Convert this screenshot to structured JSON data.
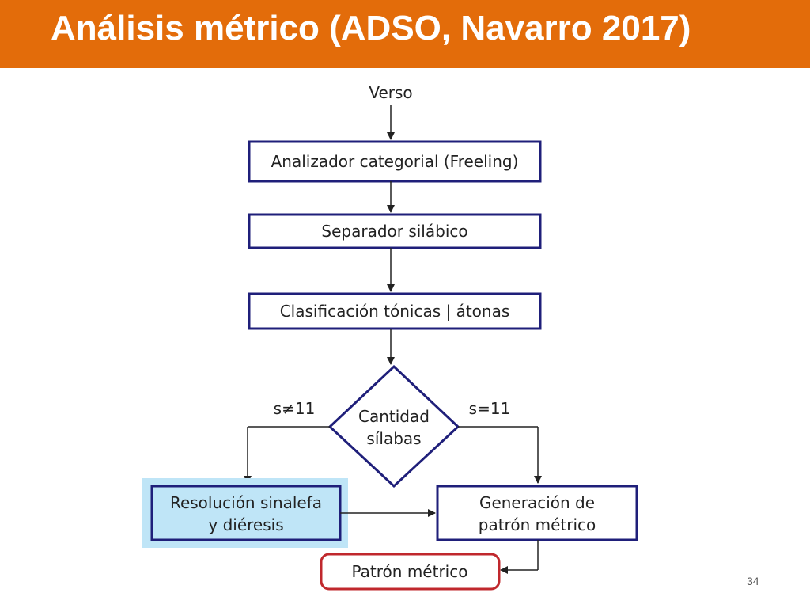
{
  "header": {
    "title": "Análisis métrico (ADSO, Navarro 2017)"
  },
  "flowchart": {
    "input_label": "Verso",
    "step_analyzer": "Analizador categorial (Freeling)",
    "step_syllabifier": "Separador silábico",
    "step_classifier": "Clasificación tónicas | átonas",
    "decision_line1": "Cantidad",
    "decision_line2": "sílabas",
    "edge_label_not_11": "s≠11",
    "edge_label_equals_11": "s=11",
    "step_resolution_line1": "Resolución sinalefa",
    "step_resolution_line2": "y diéresis",
    "step_generation_line1": "Generación de",
    "step_generation_line2": "patrón métrico",
    "output_label": "Patrón métrico"
  },
  "footer": {
    "page_number": "34"
  },
  "colors": {
    "header_background": "#E36C0A",
    "box_border": "#1F1F7A",
    "highlight_fill": "#BFE5F7",
    "output_border": "#C0282D",
    "arrow": "#222222"
  }
}
